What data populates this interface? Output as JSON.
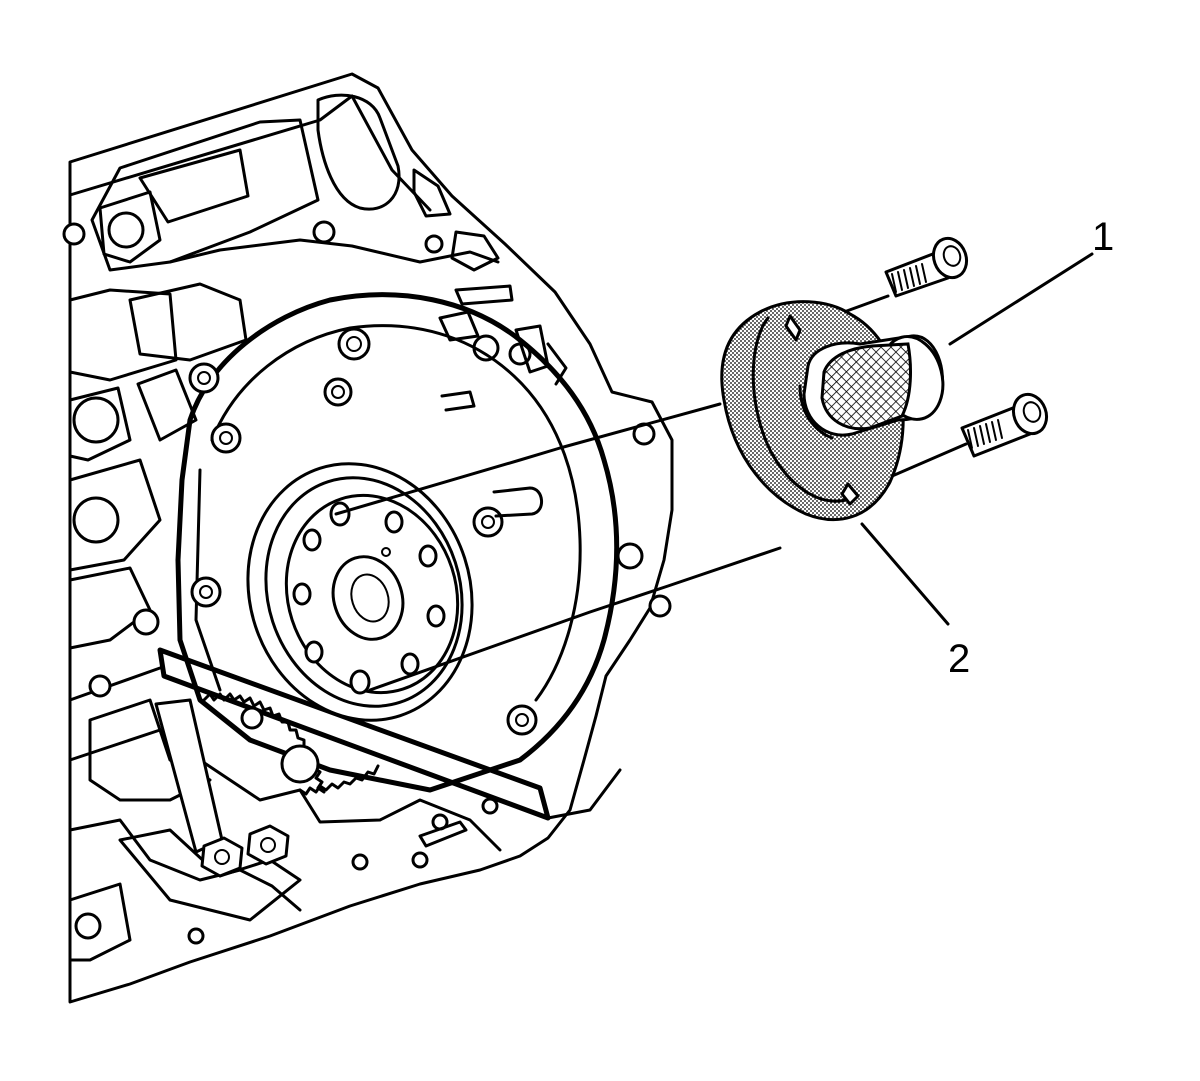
{
  "figure": {
    "callouts": [
      {
        "label": "1"
      },
      {
        "label": "2"
      }
    ]
  },
  "colors": {
    "line": "#000000",
    "background": "#ffffff",
    "stipple": "#9a9a9a"
  },
  "icons": [
    "engine-block-illustration",
    "crankshaft-flange",
    "rear-seal-installer-tool",
    "bolt"
  ]
}
